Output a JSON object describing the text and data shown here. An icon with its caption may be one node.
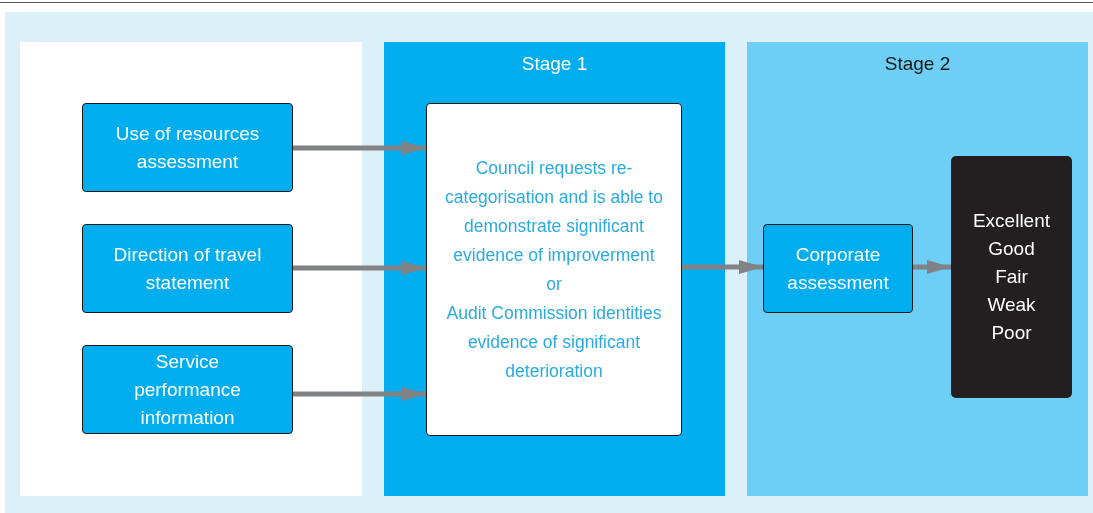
{
  "diagram": {
    "nodes": [
      {
        "text": [],
        "shape": "box"
      },
      {
        "text": [
          "Use of resources assessment"
        ],
        "in": 0
      },
      {
        "text": [
          "Direction of travel statement"
        ],
        "in": 0
      },
      {
        "text": [
          "Service performance information"
        ],
        "in": 0
      },
      {
        "text": [
          "Stage 1"
        ]
      },
      {
        "text": [
          "Council requests re-categorisation and is able to demonstrate significant evidence of improverment",
          "or",
          "Audit Commission identities evidence of significant deterioration"
        ],
        "in": 4
      },
      {
        "text": [
          "Stage 2"
        ]
      },
      {
        "text": [
          "Corporate assessment"
        ],
        "in": 6
      },
      {
        "text": [
          "Excellent",
          "Good",
          "Fair",
          "Weak",
          "Poor"
        ],
        "in": 6
      }
    ],
    "edges": [
      {
        "from": 1,
        "to": 5,
        "arrow": "to"
      },
      {
        "from": 2,
        "to": 5,
        "arrow": "to"
      },
      {
        "from": 3,
        "to": 5,
        "arrow": "to"
      },
      {
        "from": 5,
        "to": 7,
        "arrow": "to"
      },
      {
        "from": 7,
        "to": 8,
        "arrow": "to"
      }
    ]
  }
}
